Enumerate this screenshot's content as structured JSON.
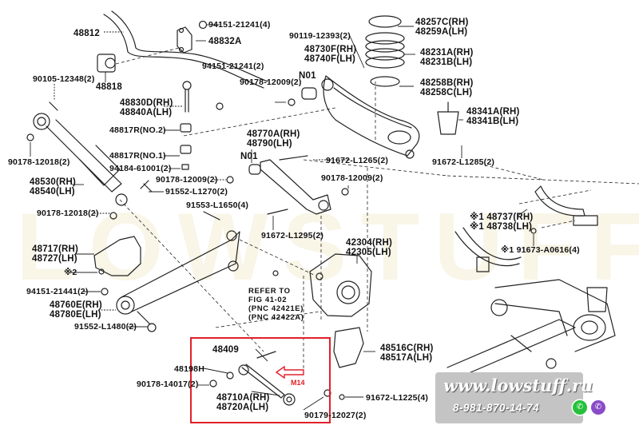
{
  "diagram": {
    "title": "Rear suspension parts diagram",
    "labels": {
      "p48812": "48812",
      "p48832A": "48832A",
      "p94151_4": "94151-21241(4)",
      "p94151_2": "94151-21241(2)",
      "p48818": "48818",
      "p90105": "90105-12348(2)",
      "p48830D": "48830D(RH)",
      "p48840A": "48840A(LH)",
      "p48817R2": "48817R(NO.2)",
      "p48817R1": "48817R(NO.1)",
      "p94184": "94184-61001(2)",
      "p90178_12018a": "90178-12018(2)",
      "p90178_12009a": "90178-12009(2)",
      "p48530": "48530(RH)",
      "p48540": "48540(LH)",
      "p91552_L1270": "91552-L1270(2)",
      "p90178_12018b": "90178-12018(2)",
      "p91553": "91553-L1650(4)",
      "p48717": "48717(RH)",
      "p48727": "48727(LH)",
      "pX2": "※2",
      "p94151_21441": "94151-21441(2)",
      "p48760E": "48760E(RH)",
      "p48780E": "48780E(LH)",
      "p91552_L1480": "91552-L1480(2)",
      "p90119": "90119-12393(2)",
      "p48730F": "48730F(RH)",
      "p48740F": "48740F(LH)",
      "pN01a": "N01",
      "p90178_12009b": "90178-12009(2)",
      "p48257C": "48257C(RH)",
      "p48259A": "48259A(LH)",
      "p48231A": "48231A(RH)",
      "p48231B": "48231B(LH)",
      "p48258B": "48258B(RH)",
      "p48258C": "48258C(LH)",
      "p48341A": "48341A(RH)",
      "p48341B": "48341B(LH)",
      "p91672_L1285": "91672-L1285(2)",
      "p48770A": "48770A(RH)",
      "p48790": "48790(LH)",
      "pN01b": "N01",
      "p91672_L1265": "91672-L1265(2)",
      "p90178_12009c": "90178-12009(2)",
      "p91672_L1295": "91672-L1295(2)",
      "p42304": "42304(RH)",
      "p42305": "42305(LH)",
      "refer1": "REFER TO",
      "refer2": "FIG 41-02",
      "refer3": "(PNC 42421E)",
      "refer4": "(PNC 42422A)",
      "p48737": "※1 48737(RH)",
      "p48738": "※1 48738(LH)",
      "p91673": "※1 91673-A0616(4)",
      "p48409": "48409",
      "p48198H": "48198H",
      "p90178_14017": "90178-14017(2)",
      "p48710A": "48710A(RH)",
      "p48720A": "48720A(LH)",
      "p90179": "90179-12027(2)",
      "p48516C": "48516C(RH)",
      "p48517A": "48517A(LH)",
      "p91672_L1225": "91672-L1225(4)"
    },
    "annotation": {
      "thread_size": "M14",
      "highlight_color": "#e0202a"
    }
  },
  "watermark": {
    "site": "www.lowstuff.ru",
    "phone": "8-981-870-14-74",
    "whatsapp_icon": "whatsapp-icon",
    "viber_icon": "viber-icon",
    "whatsapp_color": "#25c13a",
    "viber_color": "#8a4bc8",
    "background_text": "LOWSTUFF"
  }
}
